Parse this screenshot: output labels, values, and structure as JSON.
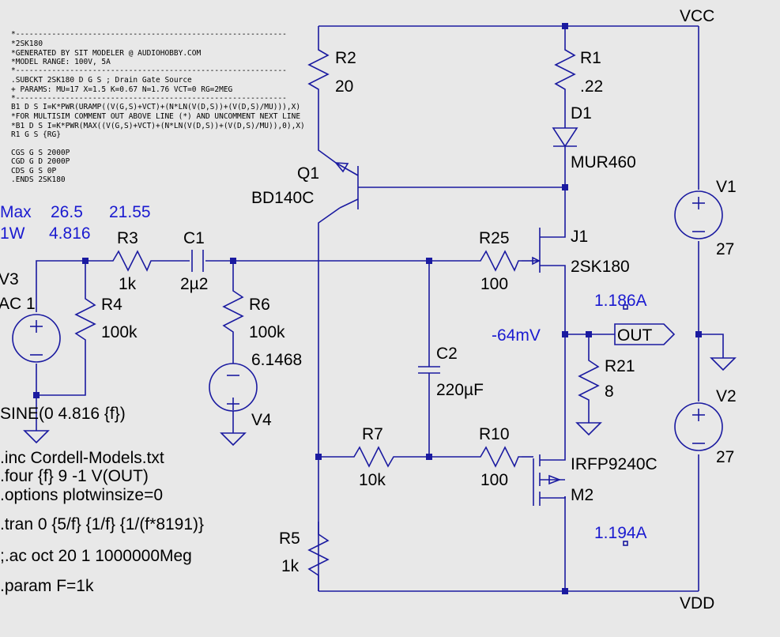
{
  "header_comment": [
    "*------------------------------------------------------------",
    "*2SK180",
    "*GENERATED BY SIT MODELER @ AUDIOHOBBY.COM",
    "*MODEL RANGE: 100V, 5A",
    "*------------------------------------------------------------",
    ".SUBCKT 2SK180 D G S ; Drain Gate Source",
    "+ PARAMS: MU=17 X=1.5 K=0.67 N=1.76 VCT=0 RG=2MEG",
    "*------------------------------------------------------------",
    "B1 D S I=K*PWR(URAMP((V(G,S)+VCT)+(N*LN(V(D,S))+(V(D,S)/MU))),X)",
    "*FOR MULTISIM COMMENT OUT ABOVE LINE (*) AND UNCOMMENT NEXT LINE",
    "*B1 D S I=K*PWR(MAX((V(G,S)+VCT)+(N*LN(V(D,S))+(V(D,S)/MU)),0),X)",
    "R1 G S {RG}",
    "CGS G S 2000P",
    "CGD G D 2000P",
    "CDS G S 0P",
    ".ENDS 2SK180"
  ],
  "nets": {
    "vcc": "VCC",
    "vdd": "VDD",
    "out": "OUT"
  },
  "measures": {
    "max_label": "Max",
    "max_a": "26.5",
    "max_b": "21.55",
    "w_label": "1W",
    "w_val": "4.816",
    "out_voltage": "-64mV",
    "i_top": "1.186A",
    "i_bot": "1.194A"
  },
  "components": {
    "r2": {
      "name": "R2",
      "value": "20"
    },
    "r1": {
      "name": "R1",
      "value": ".22"
    },
    "d1": {
      "name": "D1",
      "value": "MUR460"
    },
    "q1": {
      "name": "Q1",
      "value": "BD140C"
    },
    "v1": {
      "name": "V1",
      "value": "27"
    },
    "v2": {
      "name": "V2",
      "value": "27"
    },
    "v3": {
      "name": "V3",
      "value": "AC 1",
      "source": "SINE(0 4.816 {f})"
    },
    "v4": {
      "name": "V4",
      "value": "6.1468"
    },
    "r3": {
      "name": "R3",
      "value": "1k"
    },
    "c1": {
      "name": "C1",
      "value": "2µ2"
    },
    "r4": {
      "name": "R4",
      "value": "100k"
    },
    "r6": {
      "name": "R6",
      "value": "100k"
    },
    "r25": {
      "name": "R25",
      "value": "100"
    },
    "j1": {
      "name": "J1",
      "value": "2SK180"
    },
    "c2": {
      "name": "C2",
      "value": "220µF"
    },
    "r21": {
      "name": "R21",
      "value": "8"
    },
    "r7": {
      "name": "R7",
      "value": "10k"
    },
    "r10": {
      "name": "R10",
      "value": "100"
    },
    "m2": {
      "name": "M2",
      "value": "IRFP9240C"
    },
    "r5": {
      "name": "R5",
      "value": "1k"
    }
  },
  "directives": [
    ".inc Cordell-Models.txt",
    ".four {f} 9 -1 V(OUT)",
    ".options plotwinsize=0",
    ".tran 0 {5/f} {1/f} {1/(f*8191)}",
    ";.ac oct 20 1 1000000Meg",
    ".param F=1k"
  ]
}
